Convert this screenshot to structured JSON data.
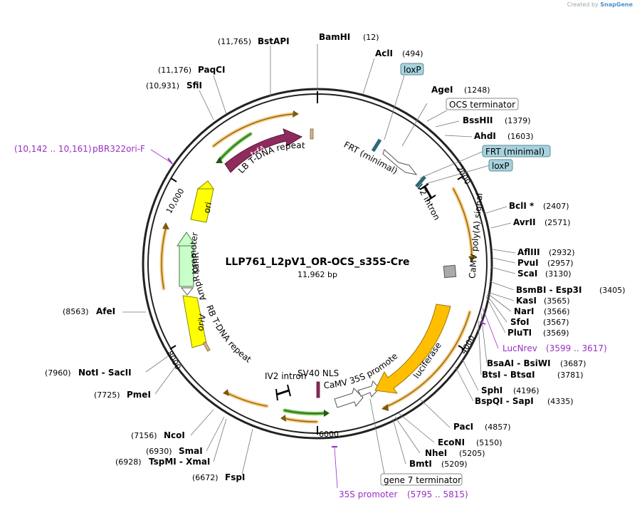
{
  "credit": {
    "prefix": "Created by",
    "brand": "SnapGene"
  },
  "plasmid": {
    "name": "LLP761_L2pV1_OR-OCS_s35S-Cre",
    "size": "11,962 bp"
  },
  "sites_right": [
    {
      "name": "AclI",
      "pos": "(494)"
    },
    {
      "name": "AgeI",
      "pos": "(1248)"
    },
    {
      "name": "BssHII",
      "pos": "(1379)"
    },
    {
      "name": "AhdI",
      "pos": "(1603)"
    },
    {
      "name": "BclI *",
      "pos": "(2407)"
    },
    {
      "name": "AvrII",
      "pos": "(2571)"
    },
    {
      "name": "AflIII",
      "pos": "(2932)"
    },
    {
      "name": "PvuI",
      "pos": "(2957)"
    },
    {
      "name": "ScaI",
      "pos": "(3130)"
    },
    {
      "name": "BsmBI - Esp3I",
      "pos": "(3405)"
    },
    {
      "name": "KasI",
      "pos": "(3565)"
    },
    {
      "name": "NarI",
      "pos": "(3566)"
    },
    {
      "name": "SfoI",
      "pos": "(3567)"
    },
    {
      "name": "PluTI",
      "pos": "(3569)"
    },
    {
      "name": "BsaAI - BsiWI",
      "pos": "(3687)"
    },
    {
      "name": "BtsI - BtsαI",
      "pos": "(3781)"
    },
    {
      "name": "SphI",
      "pos": "(4196)"
    },
    {
      "name": "BspQI - SapI",
      "pos": "(4335)"
    },
    {
      "name": "PacI",
      "pos": "(4857)"
    },
    {
      "name": "EcoNI",
      "pos": "(5150)"
    },
    {
      "name": "NheI",
      "pos": "(5205)"
    },
    {
      "name": "BmtI",
      "pos": "(5209)"
    }
  ],
  "sites_left": [
    {
      "name": "BamHI",
      "pos": "(12)"
    },
    {
      "name": "BstAPI",
      "pos": "(11,765)"
    },
    {
      "name": "PaqCI",
      "pos": "(11,176)"
    },
    {
      "name": "SfiI",
      "pos": "(10,931)"
    },
    {
      "name": "AfeI",
      "pos": "(8563)"
    },
    {
      "name": "NotI - SacII",
      "pos": "(7960)"
    },
    {
      "name": "PmeI",
      "pos": "(7725)"
    },
    {
      "name": "NcoI",
      "pos": "(7156)"
    },
    {
      "name": "SmaI",
      "pos": "(6930)"
    },
    {
      "name": "TspMI - XmaI",
      "pos": "(6928)"
    },
    {
      "name": "FspI",
      "pos": "(6672)"
    }
  ],
  "primers": [
    {
      "name": "pBR322ori-F",
      "range": "(10,142 .. 10,161)"
    },
    {
      "name": "LucNrev",
      "range": "(3599 .. 3617)"
    },
    {
      "name": "35S promoter",
      "range": "(5795 .. 5815)"
    }
  ],
  "boxed": {
    "loxP_top": "loxP",
    "ocs": "OCS terminator",
    "frt": "FRT (minimal)",
    "loxP_right": "loxP",
    "gene7": "gene 7 terminator"
  },
  "features": {
    "lb": "LB T-DNA repeat",
    "trfA": "trfA",
    "ori": "ori",
    "ampR": "AmpR promoter",
    "kanR": "KanR",
    "oriV": "oriV",
    "rb": "RB T-DNA repeat",
    "iv2_bottom": "IV2 intron",
    "sv40": "SV40 NLS",
    "camv35s": "CaMV 35S promoter",
    "luciferase": "luciferase",
    "polyA": "CaMV poly(A) signal",
    "iv2_right": "IV2 intron",
    "frt_inner": "FRT (minimal)"
  },
  "ticks": {
    "t2000": "2000",
    "t4000": "4000",
    "t6000": "6000",
    "t8000": "8000",
    "t10000": "10,000"
  },
  "colors": {
    "trfA": "#8e2a5c",
    "ori": "#ffff00",
    "kanR": "#c8ffc8",
    "oriV": "#ffff00",
    "luciferase": "#ffbf00",
    "orf_orange": "#f5b041",
    "orf_green": "#4caf26",
    "primer": "#9a2fc4",
    "boxed_blue": "#a8d3de"
  }
}
